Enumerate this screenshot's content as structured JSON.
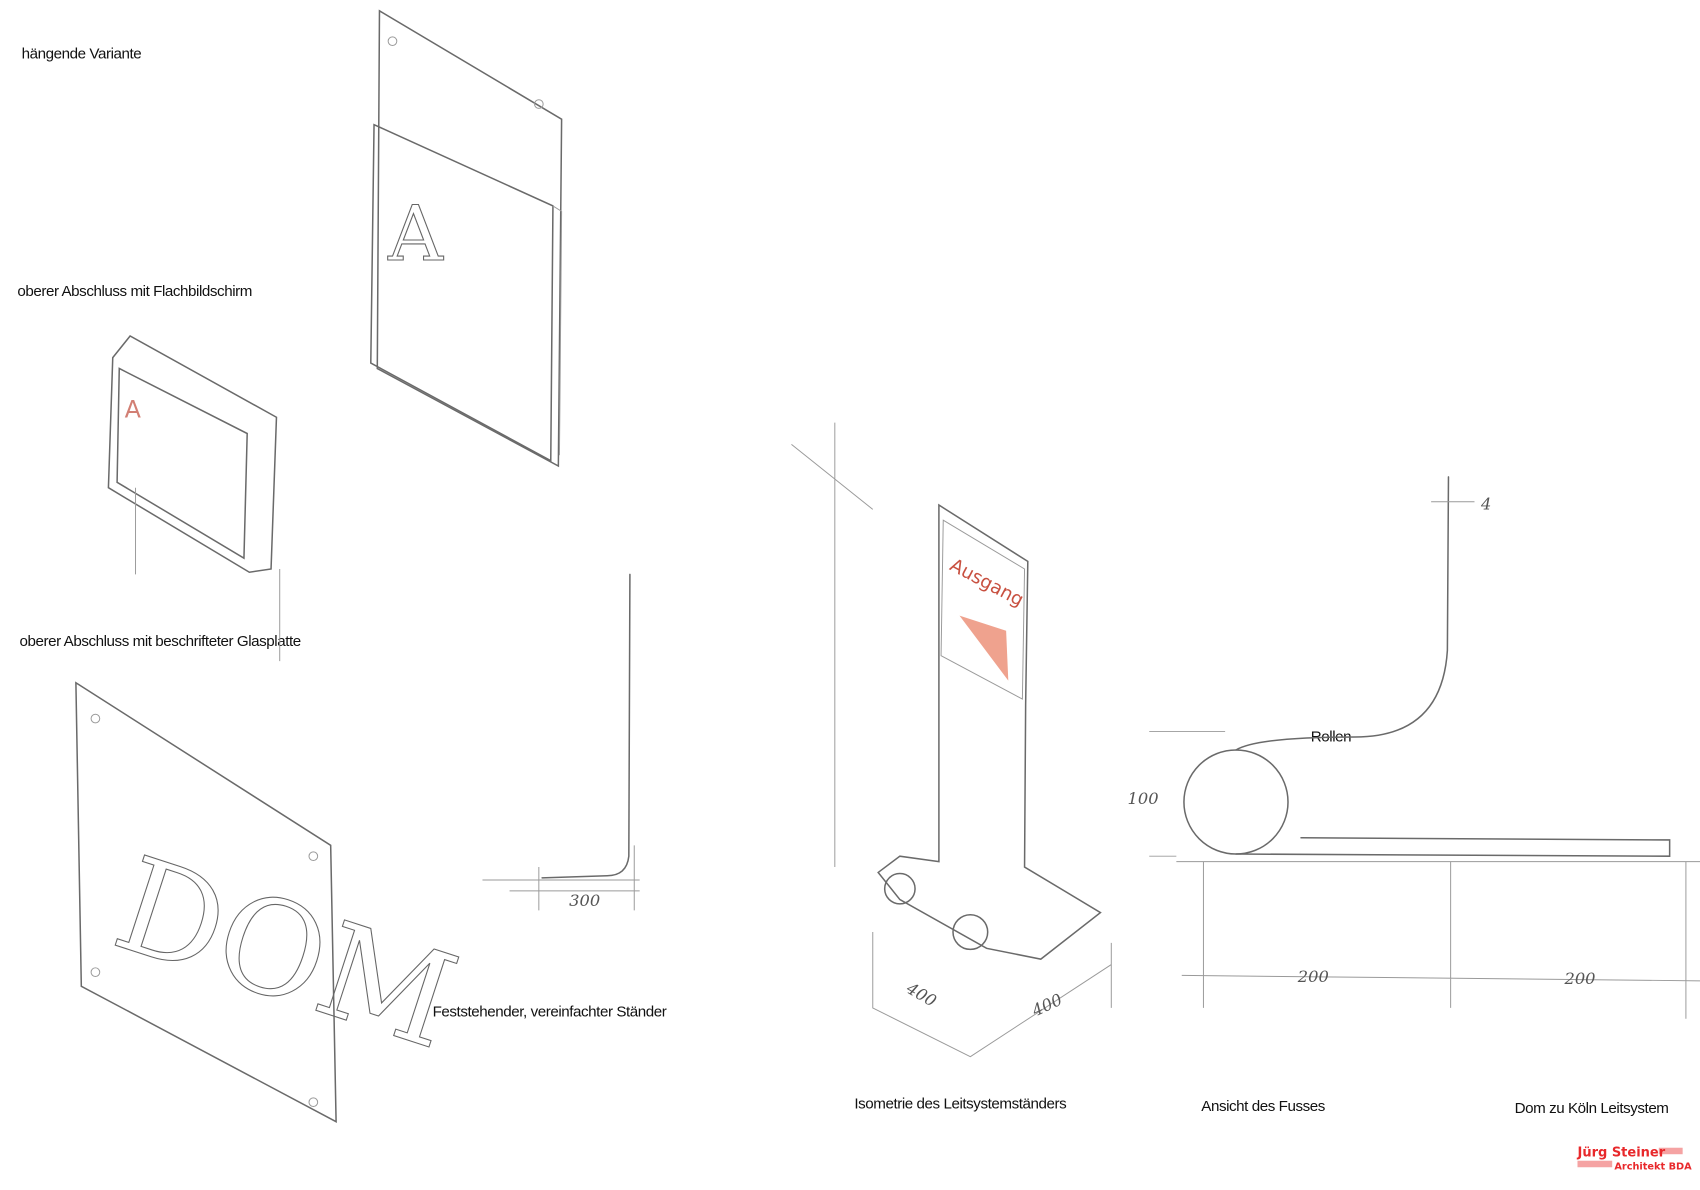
{
  "labels": {
    "hanging": "hängende Variante",
    "flatscreen": "oberer Abschluss mit Flachbildschirm",
    "glass": "oberer Abschluss mit beschrifteter Glasplatte",
    "fixed": "Feststehender, vereinfachter Ständer",
    "isometry": "Isometrie des Leitsystemständers",
    "foot_view": "Ansicht des Fusses",
    "project": "Dom zu Köln   Leitsystem",
    "rollen": "Rollen"
  },
  "sketch_text": {
    "a_panel": "A",
    "dom_panel": "DOM",
    "ausgang": "Ausgang"
  },
  "dimensions": {
    "d300": "300",
    "d400a": "400",
    "d400b": "400",
    "d100": "100",
    "d200a": "200",
    "d200b": "200",
    "d4": "4"
  },
  "logo": {
    "name": "Jürg Steiner",
    "title": "Architekt BDA",
    "color": "#e8282b"
  }
}
